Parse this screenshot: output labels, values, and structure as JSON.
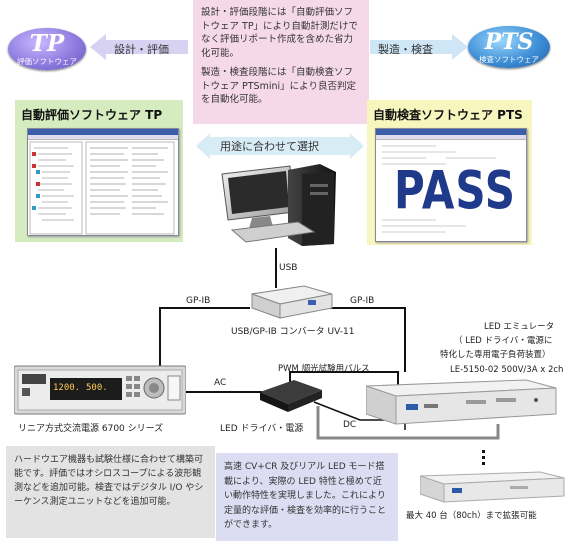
{
  "top_note": {
    "para1": "設計・評価段階には「自動評価ソフトウェア TP」により自動計測だけでなく評価リポート作成を含めた省力化可能。",
    "para2": "製造・検査段階には「自動検査ソフトウェア PTSmini」により良否判定を自動化可能。"
  },
  "logo_tp": {
    "big": "TP",
    "small": "評価ソフトウェア"
  },
  "logo_pts": {
    "big": "PTS",
    "small": "検査ソフトウェア"
  },
  "arrows": {
    "design_eval": "設計・評価",
    "manufacture_inspect": "製造・検査",
    "select_by_use": "用途に合わせて選択"
  },
  "panel_tp": {
    "title": "自動評価ソフトウェア TP"
  },
  "panel_pts": {
    "title": "自動検査ソフトウェア PTS",
    "pass_text": "PASS"
  },
  "connections": {
    "usb": "USB",
    "gpib_left": "GP-IB",
    "gpib_right": "GP-IB",
    "ac": "AC",
    "dc": "DC"
  },
  "devices": {
    "converter": "USB/GP-IB コンバータ UV-11",
    "pwm": "PWM 調光試験用パルス",
    "driver": "LED ドライバ・電源",
    "power_source": "リニア方式交流電源 6700 シリーズ",
    "ps_display_v": "1200.",
    "ps_display_a": "500.",
    "emulator_line1": "LED エミュレータ",
    "emulator_line2": "（ LED ドライバ・電源に",
    "emulator_line3": "特化した専用電子負荷装置）",
    "emulator_model": "LE-5150-02 500V/3A x 2ch",
    "expand": "最大 40 台（80ch）まで拡張可能"
  },
  "note_left": "ハードウエア機器も試験仕様に合わせて構築可能です。評価ではオシロスコープによる波形観測などを追加可能。検査ではデジタル I/O やシーケンス測定ユニットなどを追加可能。",
  "note_mid": "高速 CV+CR 及びリアル LED モード搭載により、実際の LED 特性と極めて近い動作特性を実現しました。これにより定量的な評価・検査を効率的に行うことができます。"
}
